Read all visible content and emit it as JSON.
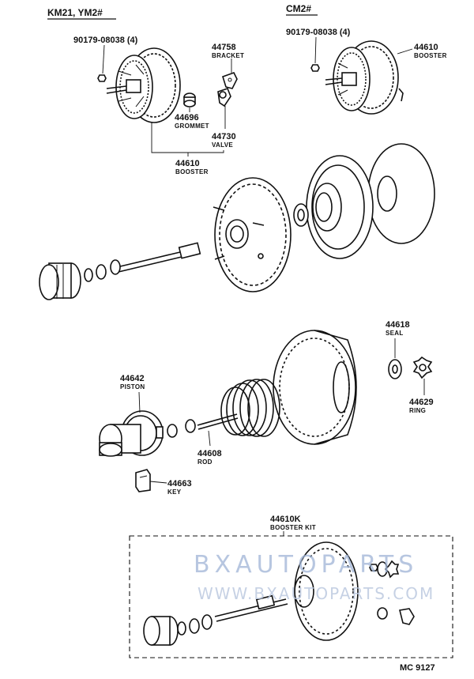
{
  "headers": {
    "left": "KM21, YM2#",
    "right": "CM2#"
  },
  "parts": {
    "bolt_left": "90179-08038 (4)",
    "bolt_right": "90179-08038 (4)",
    "bracket_no": "44758",
    "bracket_name": "BRACKET",
    "grommet_no": "44696",
    "grommet_name": "GROMMET",
    "valve_no": "44730",
    "valve_name": "VALVE",
    "booster_left_no": "44610",
    "booster_left_name": "BOOSTER",
    "booster_right_no": "44610",
    "booster_right_name": "BOOSTER",
    "seal_no": "44618",
    "seal_name": "SEAL",
    "ring_no": "44629",
    "ring_name": "RING",
    "piston_no": "44642",
    "piston_name": "PISTON",
    "rod_no": "44608",
    "rod_name": "ROD",
    "key_no": "44663",
    "key_name": "KEY",
    "kit_no": "44610K",
    "kit_name": "BOOSTER KIT"
  },
  "watermark": {
    "brand": "BXAUTOPARTS",
    "url": "WWW.BXAUTOPARTS.COM"
  },
  "footer": {
    "code": "MC 9127"
  }
}
